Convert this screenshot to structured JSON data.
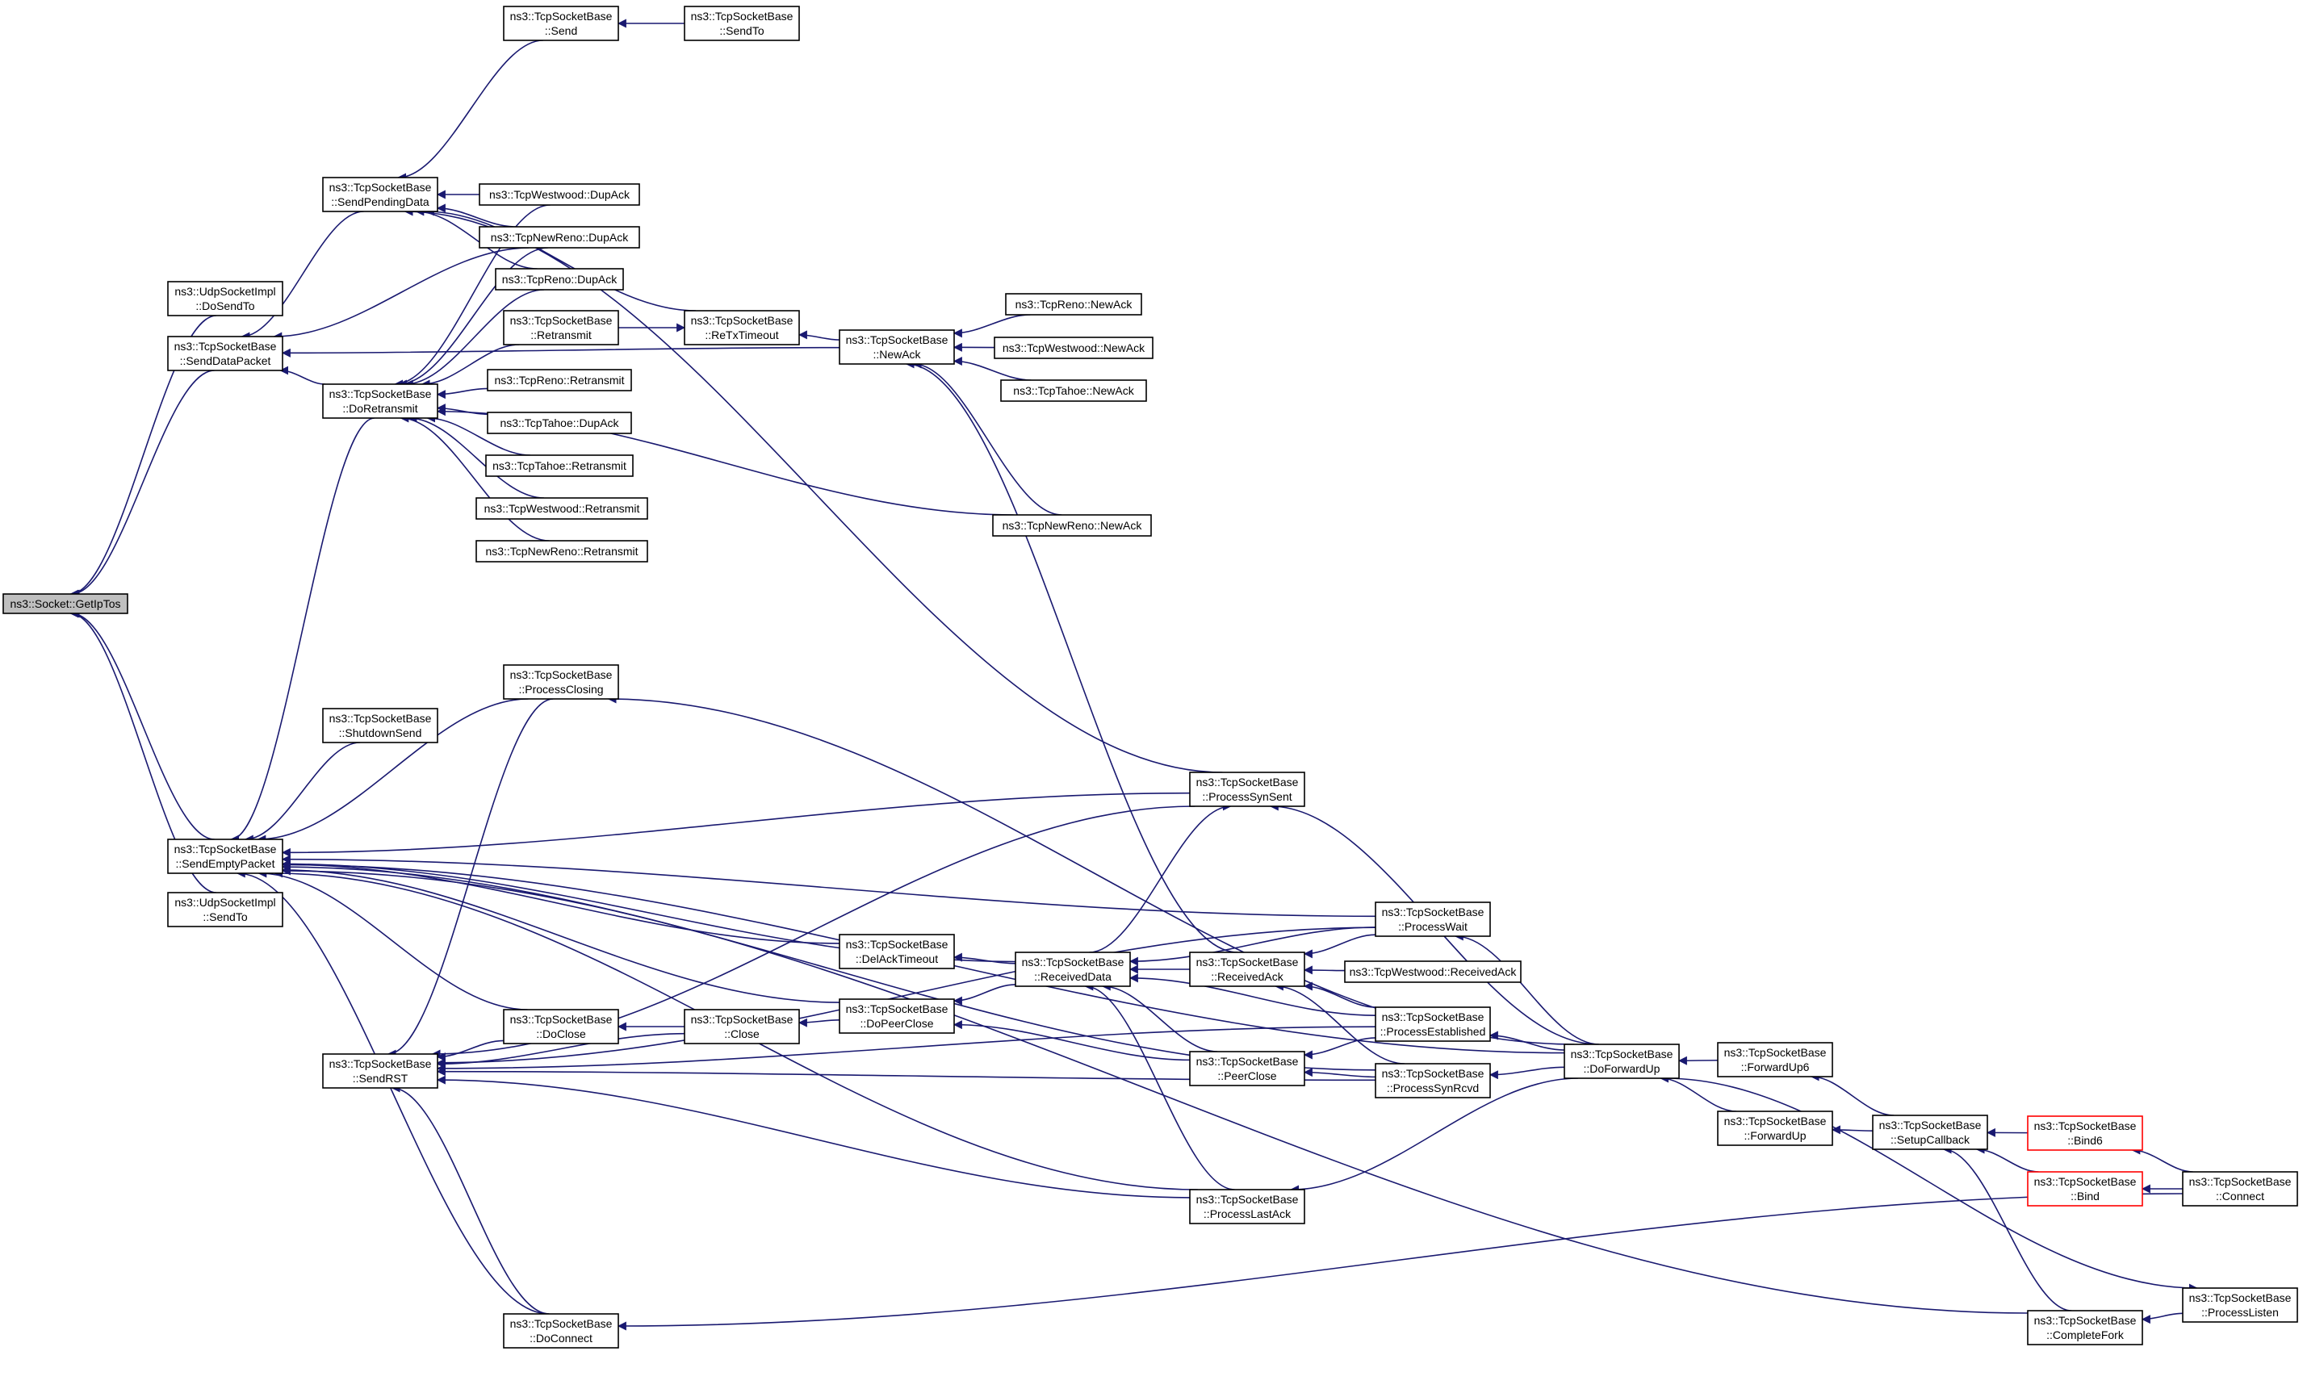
{
  "graph": {
    "edge_color": "#191970",
    "root_fill": "#bfbfbf",
    "highlight_border": "#ff0000",
    "nodes": [
      {
        "id": "root",
        "lines": [
          "ns3::Socket::GetIpTos"
        ],
        "style": "root"
      },
      {
        "id": "udp_dosendto",
        "lines": [
          "ns3::UdpSocketImpl",
          "::DoSendTo"
        ]
      },
      {
        "id": "senddatapacket",
        "lines": [
          "ns3::TcpSocketBase",
          "::SendDataPacket"
        ]
      },
      {
        "id": "sendemptypacket",
        "lines": [
          "ns3::TcpSocketBase",
          "::SendEmptyPacket"
        ]
      },
      {
        "id": "udp_sendto",
        "lines": [
          "ns3::UdpSocketImpl",
          "::SendTo"
        ]
      },
      {
        "id": "sendpendingdata",
        "lines": [
          "ns3::TcpSocketBase",
          "::SendPendingData"
        ]
      },
      {
        "id": "doretransmit",
        "lines": [
          "ns3::TcpSocketBase",
          "::DoRetransmit"
        ]
      },
      {
        "id": "shutdownsend",
        "lines": [
          "ns3::TcpSocketBase",
          "::ShutdownSend"
        ]
      },
      {
        "id": "sendrst",
        "lines": [
          "ns3::TcpSocketBase",
          "::SendRST"
        ]
      },
      {
        "id": "send",
        "lines": [
          "ns3::TcpSocketBase",
          "::Send"
        ]
      },
      {
        "id": "sendto",
        "lines": [
          "ns3::TcpSocketBase",
          "::SendTo"
        ]
      },
      {
        "id": "westwood_dupack",
        "lines": [
          "ns3::TcpWestwood::DupAck"
        ]
      },
      {
        "id": "newreno_dupack",
        "lines": [
          "ns3::TcpNewReno::DupAck"
        ]
      },
      {
        "id": "reno_dupack",
        "lines": [
          "ns3::TcpReno::DupAck"
        ]
      },
      {
        "id": "retransmit",
        "lines": [
          "ns3::TcpSocketBase",
          "::Retransmit"
        ]
      },
      {
        "id": "reno_retransmit",
        "lines": [
          "ns3::TcpReno::Retransmit"
        ]
      },
      {
        "id": "tahoe_dupack",
        "lines": [
          "ns3::TcpTahoe::DupAck"
        ]
      },
      {
        "id": "tahoe_retransmit",
        "lines": [
          "ns3::TcpTahoe::Retransmit"
        ]
      },
      {
        "id": "westwood_retransmit",
        "lines": [
          "ns3::TcpWestwood::Retransmit"
        ]
      },
      {
        "id": "newreno_retransmit",
        "lines": [
          "ns3::TcpNewReno::Retransmit"
        ]
      },
      {
        "id": "rextimeout",
        "lines": [
          "ns3::TcpSocketBase",
          "::ReTxTimeout"
        ]
      },
      {
        "id": "newack",
        "lines": [
          "ns3::TcpSocketBase",
          "::NewAck"
        ]
      },
      {
        "id": "reno_newack",
        "lines": [
          "ns3::TcpReno::NewAck"
        ]
      },
      {
        "id": "westwood_newack",
        "lines": [
          "ns3::TcpWestwood::NewAck"
        ]
      },
      {
        "id": "tahoe_newack",
        "lines": [
          "ns3::TcpTahoe::NewAck"
        ]
      },
      {
        "id": "newreno_newack",
        "lines": [
          "ns3::TcpNewReno::NewAck"
        ]
      },
      {
        "id": "processclosing",
        "lines": [
          "ns3::TcpSocketBase",
          "::ProcessClosing"
        ]
      },
      {
        "id": "processsynsent",
        "lines": [
          "ns3::TcpSocketBase",
          "::ProcessSynSent"
        ]
      },
      {
        "id": "processwait",
        "lines": [
          "ns3::TcpSocketBase",
          "::ProcessWait"
        ]
      },
      {
        "id": "delacktimeout",
        "lines": [
          "ns3::TcpSocketBase",
          "::DelAckTimeout"
        ]
      },
      {
        "id": "receiveddata",
        "lines": [
          "ns3::TcpSocketBase",
          "::ReceivedData"
        ]
      },
      {
        "id": "receivedack",
        "lines": [
          "ns3::TcpSocketBase",
          "::ReceivedAck"
        ]
      },
      {
        "id": "westwood_receivedack",
        "lines": [
          "ns3::TcpWestwood::ReceivedAck"
        ]
      },
      {
        "id": "doclose",
        "lines": [
          "ns3::TcpSocketBase",
          "::DoClose"
        ]
      },
      {
        "id": "close",
        "lines": [
          "ns3::TcpSocketBase",
          "::Close"
        ]
      },
      {
        "id": "dopeerclose",
        "lines": [
          "ns3::TcpSocketBase",
          "::DoPeerClose"
        ]
      },
      {
        "id": "processestablished",
        "lines": [
          "ns3::TcpSocketBase",
          "::ProcessEstablished"
        ]
      },
      {
        "id": "peerclose",
        "lines": [
          "ns3::TcpSocketBase",
          "::PeerClose"
        ]
      },
      {
        "id": "processsynrcvd",
        "lines": [
          "ns3::TcpSocketBase",
          "::ProcessSynRcvd"
        ]
      },
      {
        "id": "doforwardup",
        "lines": [
          "ns3::TcpSocketBase",
          "::DoForwardUp"
        ]
      },
      {
        "id": "forwardup6",
        "lines": [
          "ns3::TcpSocketBase",
          "::ForwardUp6"
        ]
      },
      {
        "id": "forwardup",
        "lines": [
          "ns3::TcpSocketBase",
          "::ForwardUp"
        ]
      },
      {
        "id": "setupcallback",
        "lines": [
          "ns3::TcpSocketBase",
          "::SetupCallback"
        ]
      },
      {
        "id": "bind6",
        "lines": [
          "ns3::TcpSocketBase",
          "::Bind6"
        ],
        "style": "red"
      },
      {
        "id": "bind",
        "lines": [
          "ns3::TcpSocketBase",
          "::Bind"
        ],
        "style": "red"
      },
      {
        "id": "connect",
        "lines": [
          "ns3::TcpSocketBase",
          "::Connect"
        ]
      },
      {
        "id": "processlastack",
        "lines": [
          "ns3::TcpSocketBase",
          "::ProcessLastAck"
        ]
      },
      {
        "id": "doconnect",
        "lines": [
          "ns3::TcpSocketBase",
          "::DoConnect"
        ]
      },
      {
        "id": "completefork",
        "lines": [
          "ns3::TcpSocketBase",
          "::CompleteFork"
        ]
      },
      {
        "id": "processlisten",
        "lines": [
          "ns3::TcpSocketBase",
          "::ProcessListen"
        ]
      }
    ],
    "edges": [
      {
        "from": "udp_dosendto",
        "to": "root"
      },
      {
        "from": "senddatapacket",
        "to": "root"
      },
      {
        "from": "sendemptypacket",
        "to": "root"
      },
      {
        "from": "udp_sendto",
        "to": "root"
      },
      {
        "from": "sendpendingdata",
        "to": "senddatapacket"
      },
      {
        "from": "doretransmit",
        "to": "senddatapacket"
      },
      {
        "from": "newack",
        "to": "senddatapacket"
      },
      {
        "from": "newreno_dupack",
        "to": "senddatapacket"
      },
      {
        "from": "send",
        "to": "sendpendingdata"
      },
      {
        "from": "westwood_dupack",
        "to": "sendpendingdata"
      },
      {
        "from": "newreno_dupack",
        "to": "sendpendingdata"
      },
      {
        "from": "reno_dupack",
        "to": "sendpendingdata"
      },
      {
        "from": "rextimeout",
        "to": "sendpendingdata"
      },
      {
        "from": "processsynsent",
        "to": "sendpendingdata"
      },
      {
        "from": "sendto",
        "to": "send"
      },
      {
        "from": "westwood_dupack",
        "to": "doretransmit"
      },
      {
        "from": "newreno_dupack",
        "to": "doretransmit"
      },
      {
        "from": "reno_dupack",
        "to": "doretransmit"
      },
      {
        "from": "retransmit",
        "to": "doretransmit"
      },
      {
        "from": "reno_retransmit",
        "to": "doretransmit"
      },
      {
        "from": "tahoe_dupack",
        "to": "doretransmit"
      },
      {
        "from": "tahoe_retransmit",
        "to": "doretransmit"
      },
      {
        "from": "westwood_retransmit",
        "to": "doretransmit"
      },
      {
        "from": "newreno_retransmit",
        "to": "doretransmit"
      },
      {
        "from": "newreno_newack",
        "to": "doretransmit"
      },
      {
        "from": "retransmit",
        "to": "rextimeout"
      },
      {
        "from": "newack",
        "to": "rextimeout"
      },
      {
        "from": "reno_newack",
        "to": "newack"
      },
      {
        "from": "westwood_newack",
        "to": "newack"
      },
      {
        "from": "tahoe_newack",
        "to": "newack"
      },
      {
        "from": "newreno_newack",
        "to": "newack"
      },
      {
        "from": "receivedack",
        "to": "newack"
      },
      {
        "from": "doretransmit",
        "to": "sendemptypacket"
      },
      {
        "from": "shutdownsend",
        "to": "sendemptypacket"
      },
      {
        "from": "processclosing",
        "to": "sendemptypacket"
      },
      {
        "from": "doforwardup",
        "to": "sendemptypacket"
      },
      {
        "from": "processsynsent",
        "to": "sendemptypacket"
      },
      {
        "from": "processwait",
        "to": "sendemptypacket"
      },
      {
        "from": "receiveddata",
        "to": "sendemptypacket"
      },
      {
        "from": "delacktimeout",
        "to": "sendemptypacket"
      },
      {
        "from": "dopeerclose",
        "to": "sendemptypacket"
      },
      {
        "from": "doclose",
        "to": "sendemptypacket"
      },
      {
        "from": "processlastack",
        "to": "sendemptypacket"
      },
      {
        "from": "processsynrcvd",
        "to": "sendemptypacket"
      },
      {
        "from": "doconnect",
        "to": "sendemptypacket"
      },
      {
        "from": "completefork",
        "to": "sendemptypacket"
      },
      {
        "from": "doforwardup",
        "to": "processclosing"
      },
      {
        "from": "processclosing",
        "to": "sendrst"
      },
      {
        "from": "processsynsent",
        "to": "sendrst"
      },
      {
        "from": "processwait",
        "to": "sendrst"
      },
      {
        "from": "doclose",
        "to": "sendrst"
      },
      {
        "from": "close",
        "to": "sendrst"
      },
      {
        "from": "processestablished",
        "to": "sendrst"
      },
      {
        "from": "processsynrcvd",
        "to": "sendrst"
      },
      {
        "from": "processlastack",
        "to": "sendrst"
      },
      {
        "from": "doconnect",
        "to": "sendrst"
      },
      {
        "from": "doforwardup",
        "to": "processsynsent"
      },
      {
        "from": "receiveddata",
        "to": "processsynsent"
      },
      {
        "from": "doforwardup",
        "to": "processwait"
      },
      {
        "from": "receiveddata",
        "to": "delacktimeout"
      },
      {
        "from": "processwait",
        "to": "receiveddata"
      },
      {
        "from": "receivedack",
        "to": "receiveddata"
      },
      {
        "from": "processestablished",
        "to": "receiveddata"
      },
      {
        "from": "peerclose",
        "to": "receiveddata"
      },
      {
        "from": "processlastack",
        "to": "receiveddata"
      },
      {
        "from": "westwood_receivedack",
        "to": "receivedack"
      },
      {
        "from": "processwait",
        "to": "receivedack"
      },
      {
        "from": "processestablished",
        "to": "receivedack"
      },
      {
        "from": "processsynrcvd",
        "to": "receivedack"
      },
      {
        "from": "close",
        "to": "doclose"
      },
      {
        "from": "dopeerclose",
        "to": "close"
      },
      {
        "from": "receiveddata",
        "to": "dopeerclose"
      },
      {
        "from": "peerclose",
        "to": "dopeerclose"
      },
      {
        "from": "doforwardup",
        "to": "processestablished"
      },
      {
        "from": "processestablished",
        "to": "peerclose"
      },
      {
        "from": "processsynrcvd",
        "to": "peerclose"
      },
      {
        "from": "doforwardup",
        "to": "processsynrcvd"
      },
      {
        "from": "forwardup6",
        "to": "doforwardup"
      },
      {
        "from": "forwardup",
        "to": "doforwardup"
      },
      {
        "from": "setupcallback",
        "to": "forwardup6"
      },
      {
        "from": "setupcallback",
        "to": "forwardup"
      },
      {
        "from": "bind6",
        "to": "setupcallback"
      },
      {
        "from": "bind",
        "to": "setupcallback"
      },
      {
        "from": "completefork",
        "to": "setupcallback"
      },
      {
        "from": "connect",
        "to": "bind6"
      },
      {
        "from": "connect",
        "to": "bind"
      },
      {
        "from": "doforwardup",
        "to": "processlastack"
      },
      {
        "from": "connect",
        "to": "doconnect"
      },
      {
        "from": "processlisten",
        "to": "completefork"
      },
      {
        "from": "doforwardup",
        "to": "processlisten"
      }
    ]
  }
}
